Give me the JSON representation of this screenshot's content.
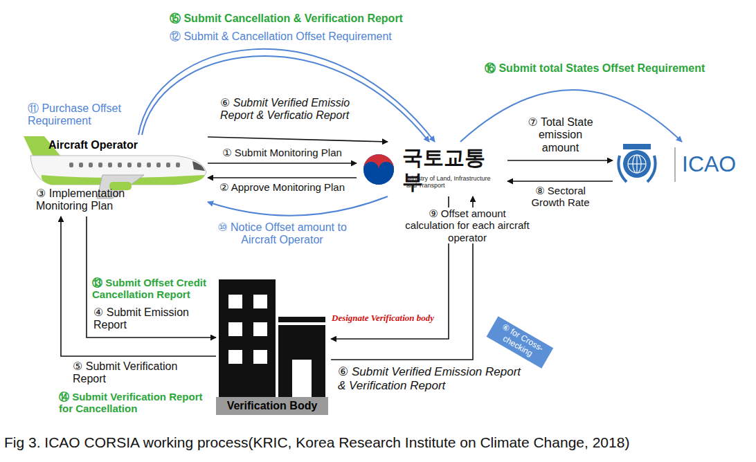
{
  "diagram": {
    "caption": "Fig 3. ICAO CORSIA working process(KRIC, Korea Research Institute on Climate Change, 2018)",
    "nodes": [
      {
        "text": [
          "Aircraft Operator",
          "③ Implementation Monitoring Plan"
        ]
      },
      {
        "text": [
          "국토교통부",
          "Ministry of Land, Infrastructure and Transport"
        ]
      },
      {
        "text": [
          "ICAO"
        ]
      },
      {
        "text": [
          "Verification Body"
        ]
      }
    ],
    "edges": [
      {
        "from": 0,
        "to": 1,
        "label": "① Submit Monitoring Plan",
        "arrow": "to"
      },
      {
        "from": 1,
        "to": 0,
        "label": "② Approve Monitoring Plan",
        "arrow": "to"
      },
      {
        "from": 0,
        "to": 1,
        "label": "⑥ Submit Verified Emissio Report & Verficatio Report",
        "arrow": "to"
      },
      {
        "from": 0,
        "to": 1,
        "label": "⑫ Submit & Cancellation Offset Requirement",
        "arrow": "to"
      },
      {
        "from": 0,
        "to": 1,
        "label": "⑮ Submit Cancellation & Verification Report",
        "arrow": "to"
      },
      {
        "from": 1,
        "to": 0,
        "label": "⑩ Notice Offset amount to Aircraft Operator",
        "arrow": "to"
      },
      {
        "from": 0,
        "to": 3,
        "label": "④ Submit Emission Report",
        "arrow": "to"
      },
      {
        "from": 3,
        "to": 0,
        "label": "⑤ Submit Verification Report",
        "arrow": "to"
      },
      {
        "from": 3,
        "to": 1,
        "label": "⑥ Submit Verified Emission Report & Verification Report",
        "arrow": "to"
      },
      {
        "from": 1,
        "to": 3,
        "label": "Designate Verification body",
        "arrow": "to"
      },
      {
        "from": 1,
        "to": 2,
        "label": "⑦ Total State emission amount",
        "arrow": "to"
      },
      {
        "from": 2,
        "to": 1,
        "label": "⑧ Sectoral Growth Rate",
        "arrow": "to"
      },
      {
        "from": 1,
        "to": 2,
        "label": "⑯ Submit total States Offset Requirement",
        "arrow": "to"
      }
    ],
    "labels": [
      "⑪ Purchase Offset Requirement",
      "⑨ Offset amount calculation for each aircraft operator",
      "⑬ Submit Offset Credit Cancellation Report",
      "⑭ Submit Verification Report for Cancellation",
      "⑥ for Cross-checking"
    ]
  }
}
